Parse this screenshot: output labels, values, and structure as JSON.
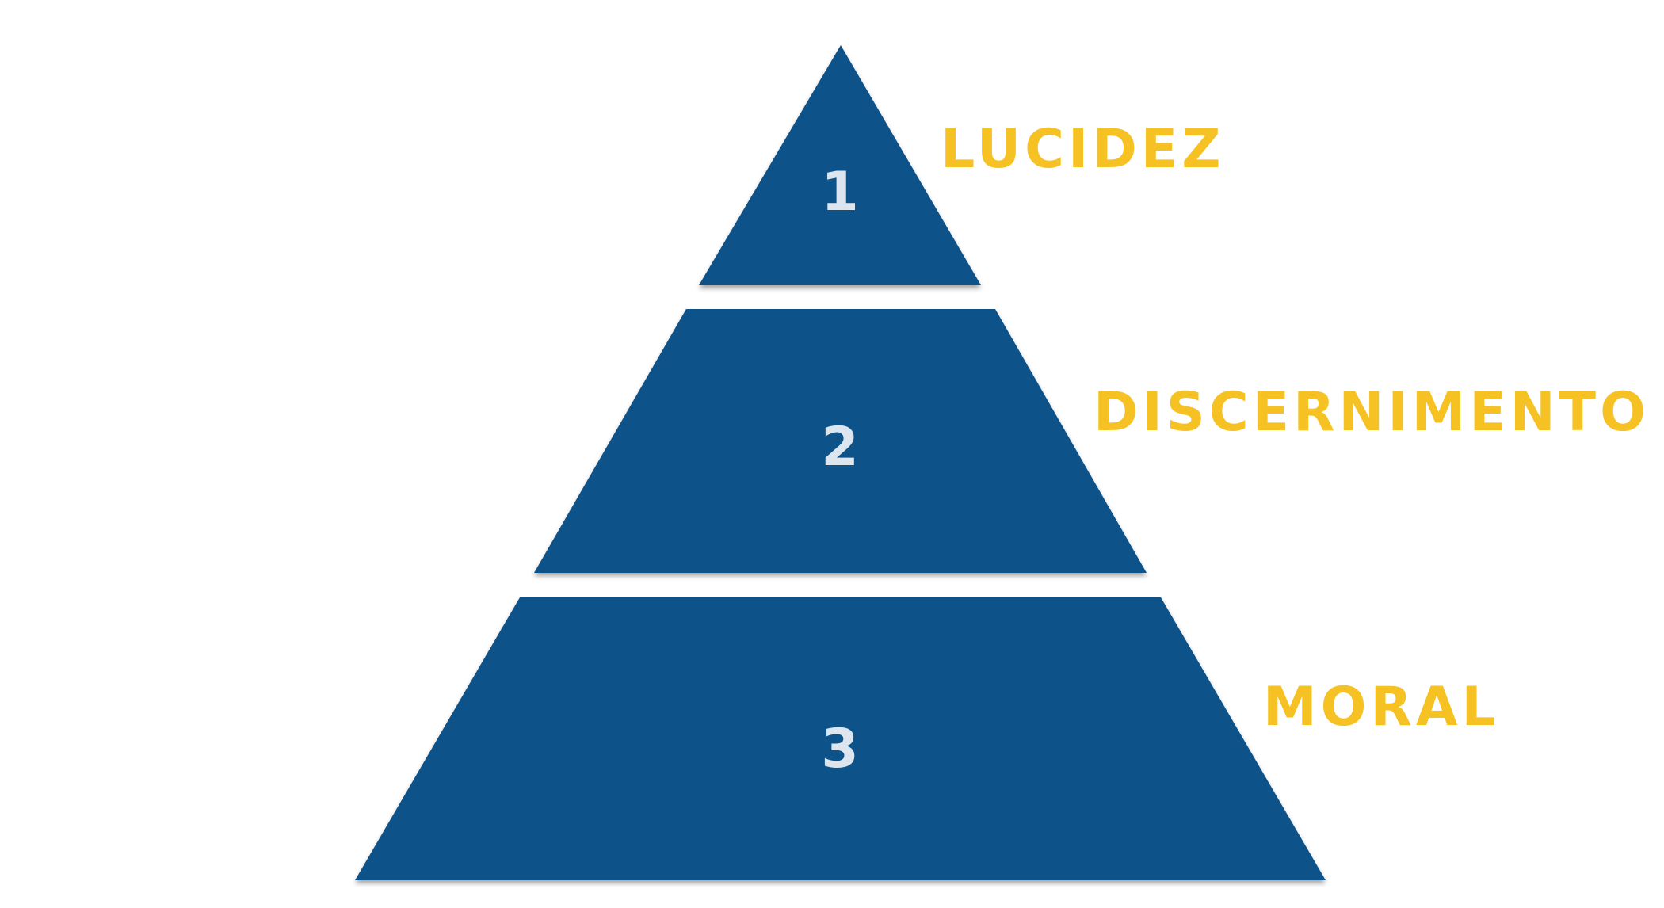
{
  "diagram": {
    "type": "pyramid",
    "colors": {
      "tier_fill": "#11528a",
      "number_text": "#dde6ee",
      "label_text": "#f6c223",
      "background": "#ffffff"
    },
    "tiers": [
      {
        "number": "1",
        "label": "LUCIDEZ"
      },
      {
        "number": "2",
        "label": "DISCERNIMENTO"
      },
      {
        "number": "3",
        "label": "MORAL"
      }
    ]
  }
}
